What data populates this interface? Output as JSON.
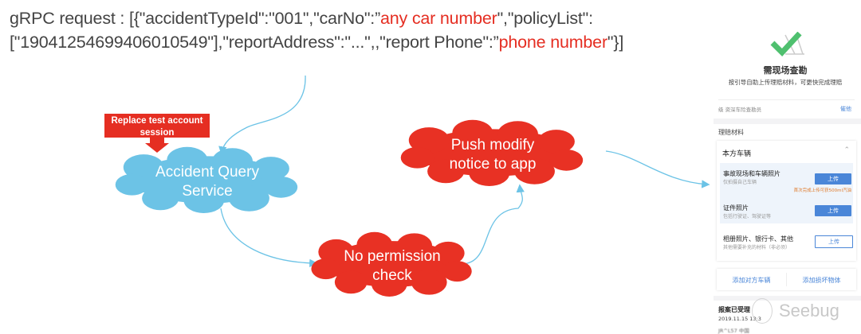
{
  "request": {
    "segments": [
      {
        "text": "gRPC request : [{\"accidentTypeId\":\"001\",\"carNo\":”",
        "highlight": false
      },
      {
        "text": "any car number",
        "highlight": true
      },
      {
        "text": "\",\"policyList\":[\"19041254699406010549\"],\"reportAddress\":\"...\",,\"report Phone\":”",
        "highlight": false
      },
      {
        "text": "phone number",
        "highlight": true
      },
      {
        "text": "\"}]",
        "highlight": false
      }
    ]
  },
  "diagram": {
    "label_callout": "Replace test account session",
    "nodes": {
      "accident_query": "Accident Query Service",
      "no_permission": "No permission check",
      "push_modify": "Push modify notice to app"
    },
    "colors": {
      "blue_cloud": "#6cc3e6",
      "red_cloud": "#e83124",
      "arrow": "#6cc3e6",
      "callout": "#e52e22"
    }
  },
  "phone": {
    "icon": "checkmark-icon",
    "title": "需现场查勘",
    "subtitle": "按引导自助上传理赔材料，可更快完成理赔",
    "assessor_level": "级",
    "assessor": "资深车险查勘员",
    "urge": "催他",
    "section": "理赔材料",
    "card_title": "本方车辆",
    "items": [
      {
        "title": "事故现场和车辆照片",
        "desc": "仅拍摄自己车辆",
        "button": "上传",
        "note": "首次完成上传可获500ml汽油"
      },
      {
        "title": "证件照片",
        "desc": "包括行驶证、驾驶证等",
        "button": "上传"
      },
      {
        "title": "相册照片、银行卡、其他",
        "desc": "其他需要补充的材料（非必须）",
        "button": "上传"
      }
    ],
    "add_other_vehicle": "添加对方车辆",
    "add_damaged_object": "添加损坏物体",
    "status_title": "报案已受理",
    "status_time": "2019.11.15 13:3",
    "status_detail": "JR^L57 中国",
    "watermark": "Seebug",
    "accent": "#4a86d8"
  }
}
